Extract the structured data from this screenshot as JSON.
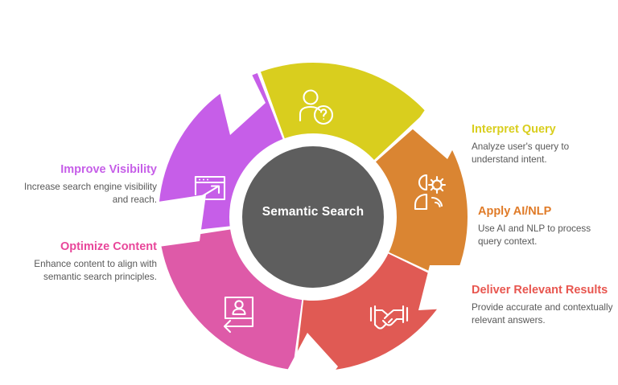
{
  "diagram": {
    "type": "circular-process-wheel",
    "hub": {
      "label": "Semantic Search",
      "fill_color": "#5E5E5E",
      "ring_color": "#FFFFFF",
      "text_color": "#FFFFFF"
    },
    "background_color": "#FFFFFF",
    "segment_count": 5,
    "segments": [
      {
        "key": "interpret-query",
        "title": "Interpret Query",
        "description": "Analyze user's query to understand intent.",
        "color": "#D9CE1E",
        "icon": "user-question-icon",
        "side": "right",
        "order": 1
      },
      {
        "key": "apply-ai-nlp",
        "title": "Apply AI/NLP",
        "description": "Use AI and NLP to process query context.",
        "color": "#DA8532",
        "icon": "head-gear-ai-icon",
        "side": "right",
        "order": 2
      },
      {
        "key": "deliver-relevant-results",
        "title": "Deliver Relevant Results",
        "description": "Provide accurate and contextually relevant answers.",
        "color": "#E05A54",
        "icon": "handshake-icon",
        "side": "right",
        "order": 3
      },
      {
        "key": "optimize-content",
        "title": "Optimize Content",
        "description": "Enhance content to align with semantic search principles.",
        "color": "#DE5AA8",
        "icon": "user-card-arrow-left-icon",
        "side": "left",
        "order": 4
      },
      {
        "key": "improve-visibility",
        "title": "Improve Visibility",
        "description": "Increase search engine visibility and reach.",
        "color": "#C65EE8",
        "icon": "browser-growth-arrow-icon",
        "side": "left",
        "order": 5
      }
    ],
    "body_text_color": "#585858"
  }
}
